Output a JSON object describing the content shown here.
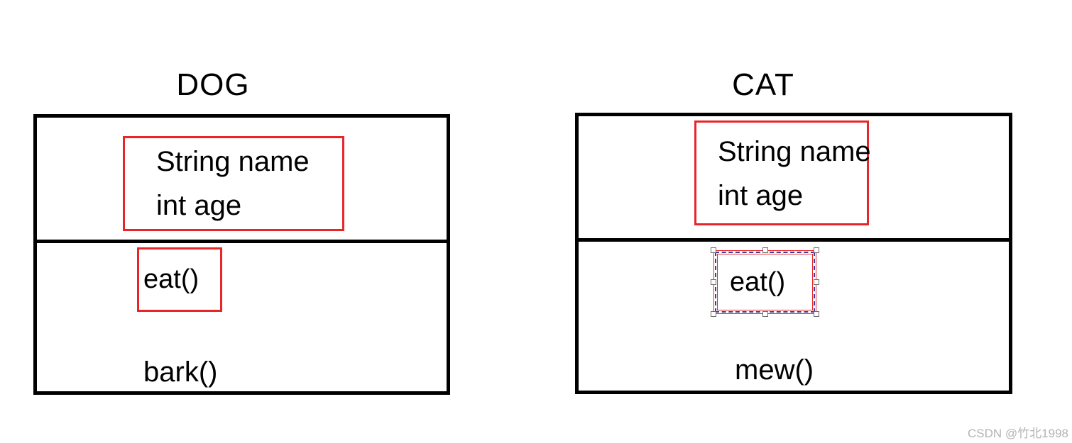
{
  "diagram": {
    "dog": {
      "title": "DOG",
      "attributes": [
        "String name",
        "int age"
      ],
      "boxed_method": "eat()",
      "plain_method": "bark()"
    },
    "cat": {
      "title": "CAT",
      "attributes": [
        "String name",
        "int age"
      ],
      "boxed_method": "eat()",
      "plain_method": "mew()",
      "eat_box_selected": true
    }
  },
  "colors": {
    "annotation_red": "#e8262a",
    "selection_dash_blue": "#3c3f99",
    "box_border_black": "#000000",
    "watermark_gray": "#b3b3b3"
  },
  "watermark": {
    "text": "CSDN @竹北1998"
  }
}
